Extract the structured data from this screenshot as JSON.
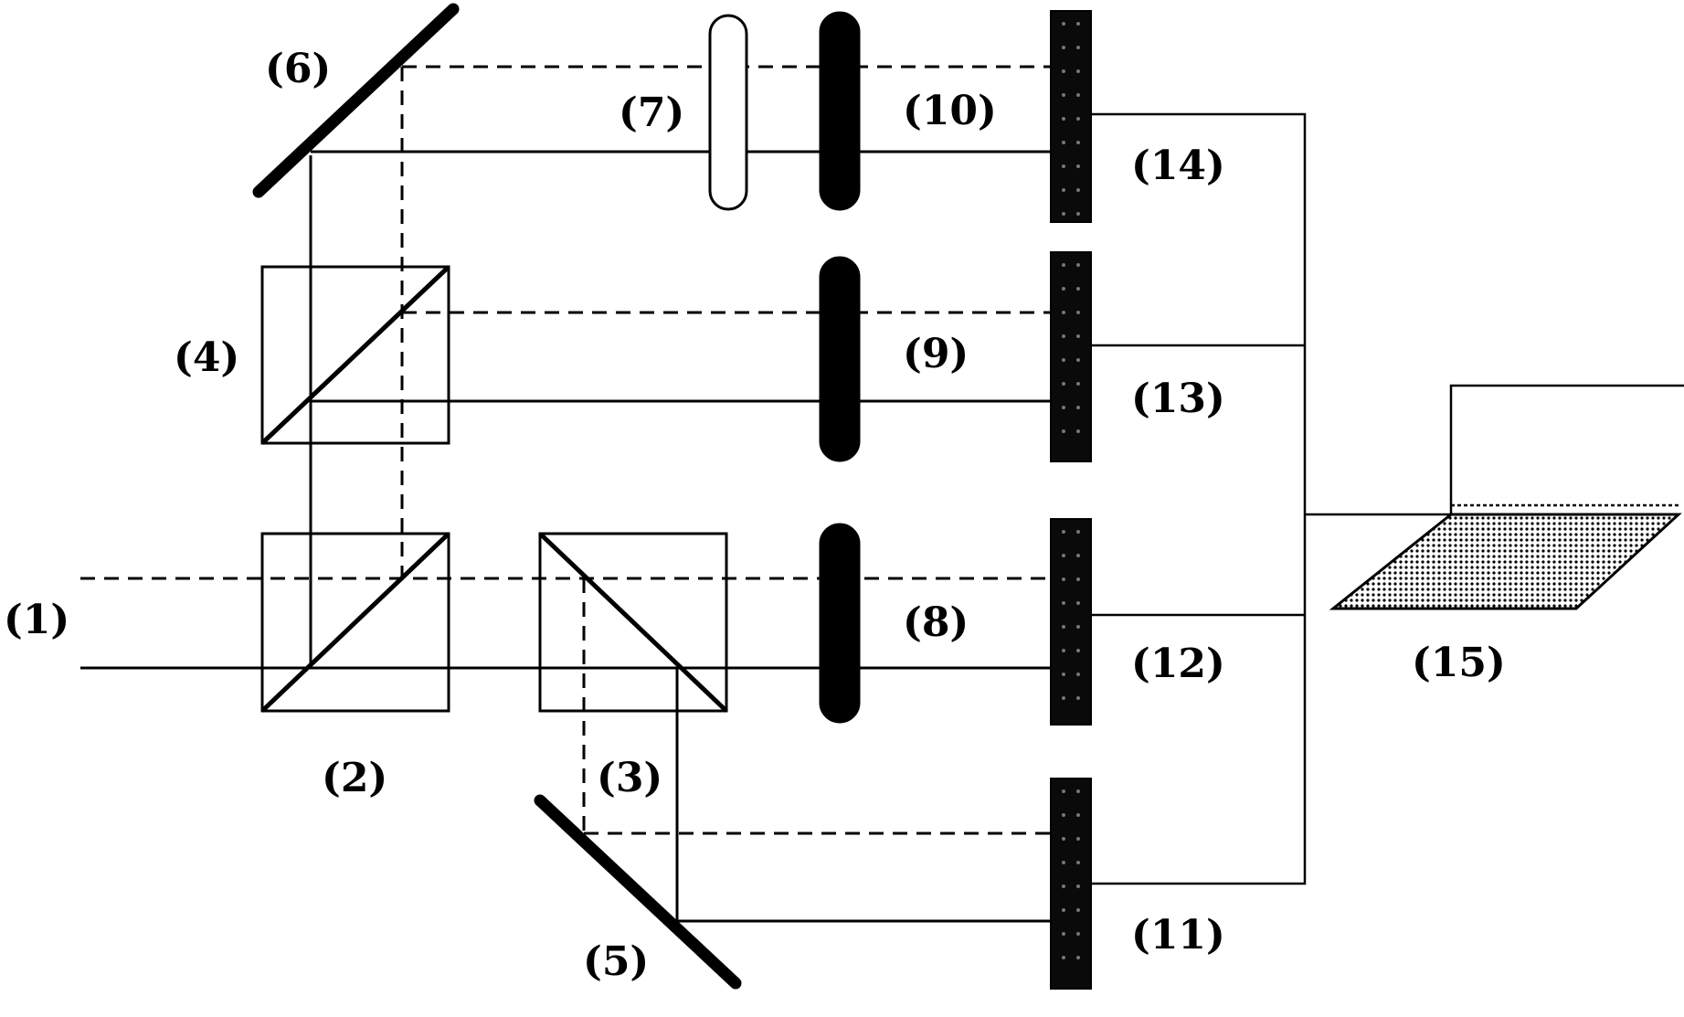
{
  "labels": {
    "c1": "(1)",
    "c2": "(2)",
    "c3": "(3)",
    "c4": "(4)",
    "c5": "(5)",
    "c6": "(6)",
    "c7": "(7)",
    "c8": "(8)",
    "c9": "(9)",
    "c10": "(10)",
    "c11": "(11)",
    "c12": "(12)",
    "c13": "(13)",
    "c14": "(14)",
    "c15": "(15)"
  }
}
